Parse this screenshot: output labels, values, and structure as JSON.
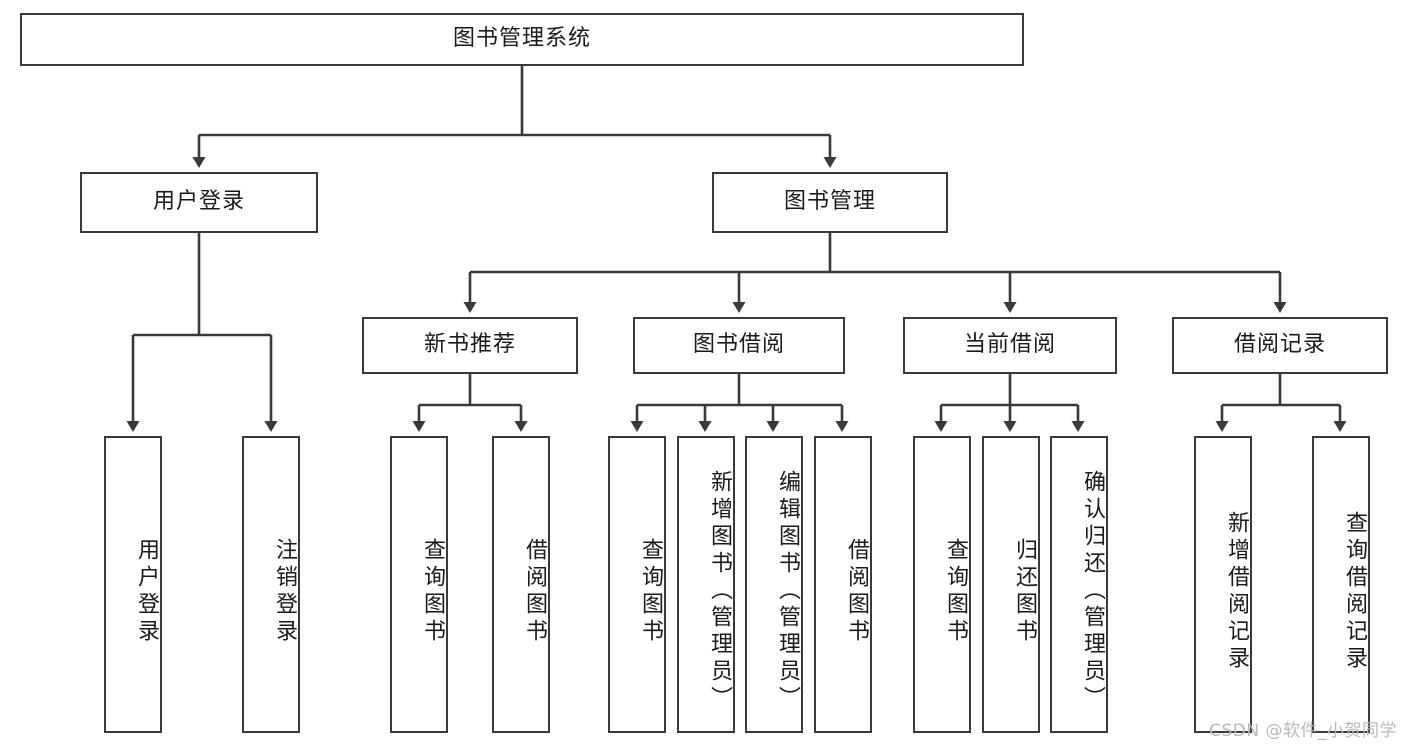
{
  "diagram": {
    "title": "图书管理系统",
    "type": "tree-hierarchy",
    "root": {
      "label": "图书管理系统"
    },
    "level2": [
      {
        "label": "用户登录"
      },
      {
        "label": "图书管理"
      }
    ],
    "level3": [
      {
        "label": "新书推荐"
      },
      {
        "label": "图书借阅"
      },
      {
        "label": "当前借阅"
      },
      {
        "label": "借阅记录"
      }
    ],
    "leaves": {
      "user_login": [
        {
          "label": "用户登录"
        },
        {
          "label": "注销登录"
        }
      ],
      "new_book_recommend": [
        {
          "label": "查询图书"
        },
        {
          "label": "借阅图书"
        }
      ],
      "book_borrow": [
        {
          "label": "查询图书"
        },
        {
          "label": "新增图书（管理员）"
        },
        {
          "label": "编辑图书（管理员）"
        },
        {
          "label": "借阅图书"
        }
      ],
      "current_borrow": [
        {
          "label": "查询图书"
        },
        {
          "label": "归还图书"
        },
        {
          "label": "确认归还（管理员）"
        }
      ],
      "borrow_record": [
        {
          "label": "新增借阅记录"
        },
        {
          "label": "查询借阅记录"
        }
      ]
    }
  },
  "watermark": {
    "text": "CSDN @软件_小贺同学"
  },
  "colors": {
    "stroke": "#3a3a3a",
    "box_fill": "#ffffff",
    "text": "#1a1a1a",
    "watermark": "#b9b9b9",
    "background": "#ffffff"
  }
}
